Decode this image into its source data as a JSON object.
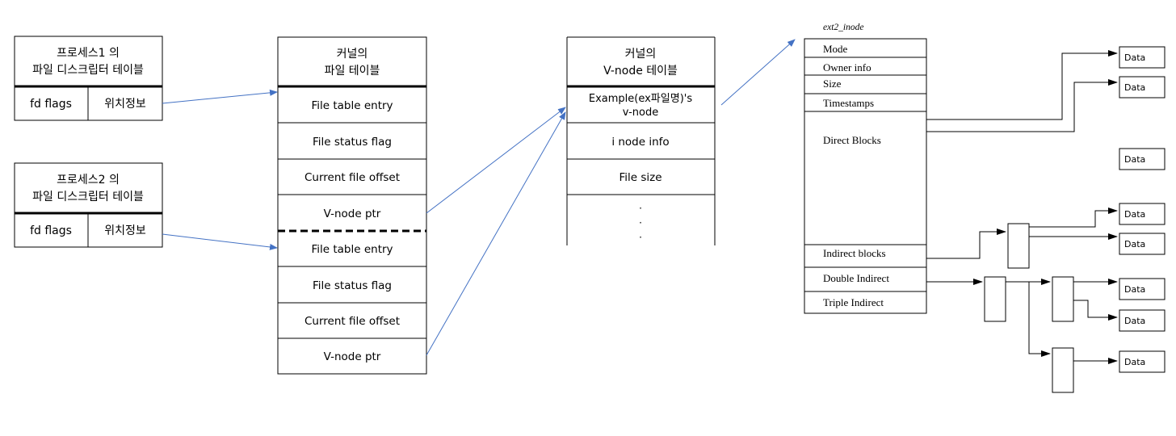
{
  "process1": {
    "title_line1": "프로세스1 의",
    "title_line2": "파일 디스크립터 테이블",
    "cell_left": "fd flags",
    "cell_right": "위치정보"
  },
  "process2": {
    "title_line1": "프로세스2 의",
    "title_line2": "파일 디스크립터 테이블",
    "cell_left": "fd flags",
    "cell_right": "위치정보"
  },
  "kernel_file_table": {
    "title_line1": "커널의",
    "title_line2": "파일 테이블",
    "rows": [
      "File table entry",
      "File status flag",
      "Current file offset",
      "V-node ptr",
      "File table entry",
      "File status flag",
      "Current file offset",
      "V-node ptr"
    ]
  },
  "vnode_table": {
    "title_line1": "커널의",
    "title_line2": "V-node 테이블",
    "entry_line1": "Example(ex파일명)'s",
    "entry_line2": "v-node",
    "inode_info": "i node info",
    "file_size": "File size",
    "ellipsis": "·"
  },
  "ext2_inode": {
    "caption": "ext2_inode",
    "fields": [
      "Mode",
      "Owner info",
      "Size",
      "Timestamps",
      "Direct Blocks",
      "Indirect blocks",
      "Double Indirect",
      "Triple Indirect"
    ]
  },
  "data_blocks": {
    "label": "Data"
  }
}
